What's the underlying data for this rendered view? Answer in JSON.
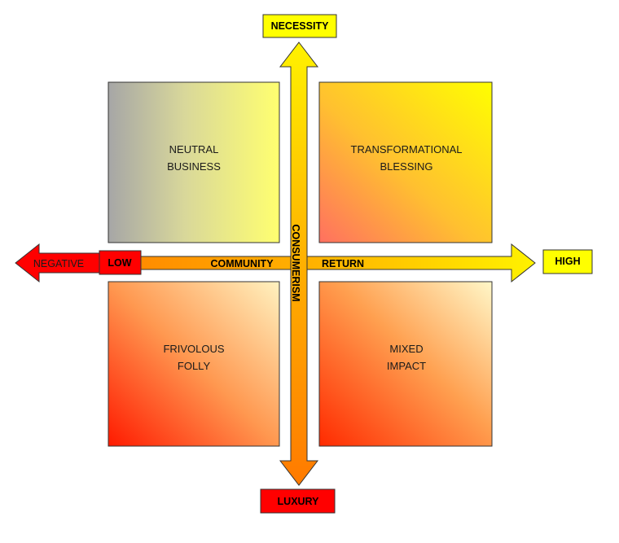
{
  "quadrants": {
    "top_left": {
      "line1": "NEUTRAL",
      "line2": "BUSINESS"
    },
    "top_right": {
      "line1": "TRANSFORMATIONAL",
      "line2": "BLESSING"
    },
    "bottom_left": {
      "line1": "FRIVOLOUS",
      "line2": "FOLLY"
    },
    "bottom_right": {
      "line1": "MIXED",
      "line2": "IMPACT"
    }
  },
  "vertical_axis": {
    "top_label": "NECESSITY",
    "bottom_label": "LUXURY",
    "name": "CONSUMERISM"
  },
  "horizontal_axis": {
    "left_label": "NEGATIVE",
    "low_label": "LOW",
    "high_label": "HIGH",
    "name_left": "COMMUNITY",
    "name_right": "RETURN"
  },
  "colors": {
    "yellow": "#FFFF00",
    "red": "#FF0000",
    "orange": "#FF8C00",
    "grey": "#A6A6A6"
  }
}
